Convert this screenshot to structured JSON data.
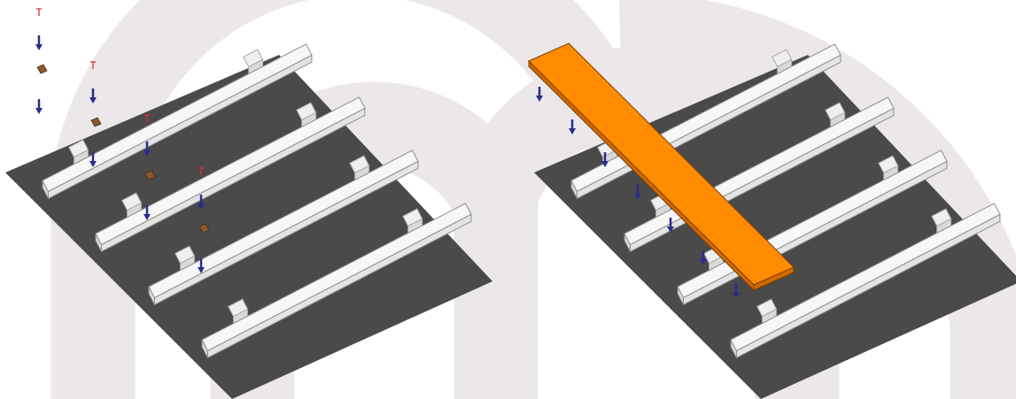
{
  "watermark": {
    "color": "#ece8e9"
  },
  "colors": {
    "ground": "#4a4a4a",
    "rail_top": "#f7f7f7",
    "rail_side": "#e4e4e4",
    "rail_edge": "#8c8c8c",
    "block_top": "#efefef",
    "block_side": "#d9d9d9",
    "plank_top": "#ff8c00",
    "plank_side": "#cf6a00",
    "arrow": "#2b2b8c",
    "tag": "#d8352a",
    "fastener": "#8a5a2b"
  },
  "panels": [
    {
      "name": "left-assembly-step",
      "rails": 4,
      "fastener_columns": 4,
      "plank": false
    },
    {
      "name": "right-assembly-step",
      "rails": 4,
      "arrow_count": 7,
      "plank": true
    }
  ]
}
